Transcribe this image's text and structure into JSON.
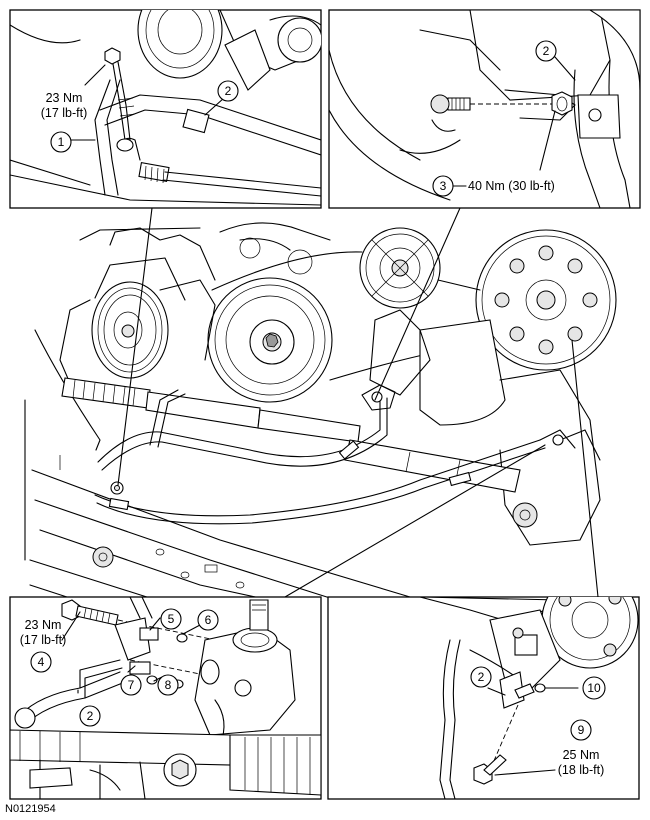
{
  "figure_id": "N0121954",
  "callouts": {
    "c1": "1",
    "c2": "2",
    "c3": "3",
    "c4": "4",
    "c5": "5",
    "c6": "6",
    "c7": "7",
    "c8": "8",
    "c9": "9",
    "c10": "10"
  },
  "torque": {
    "inset1_line1": "23 Nm",
    "inset1_line2": "(17 lb-ft)",
    "inset2": "40 Nm (30 lb-ft)",
    "inset3_line1": "23 Nm",
    "inset3_line2": "(17 lb-ft)",
    "inset4_line1": "25 Nm",
    "inset4_line2": "(18 lb-ft)"
  }
}
